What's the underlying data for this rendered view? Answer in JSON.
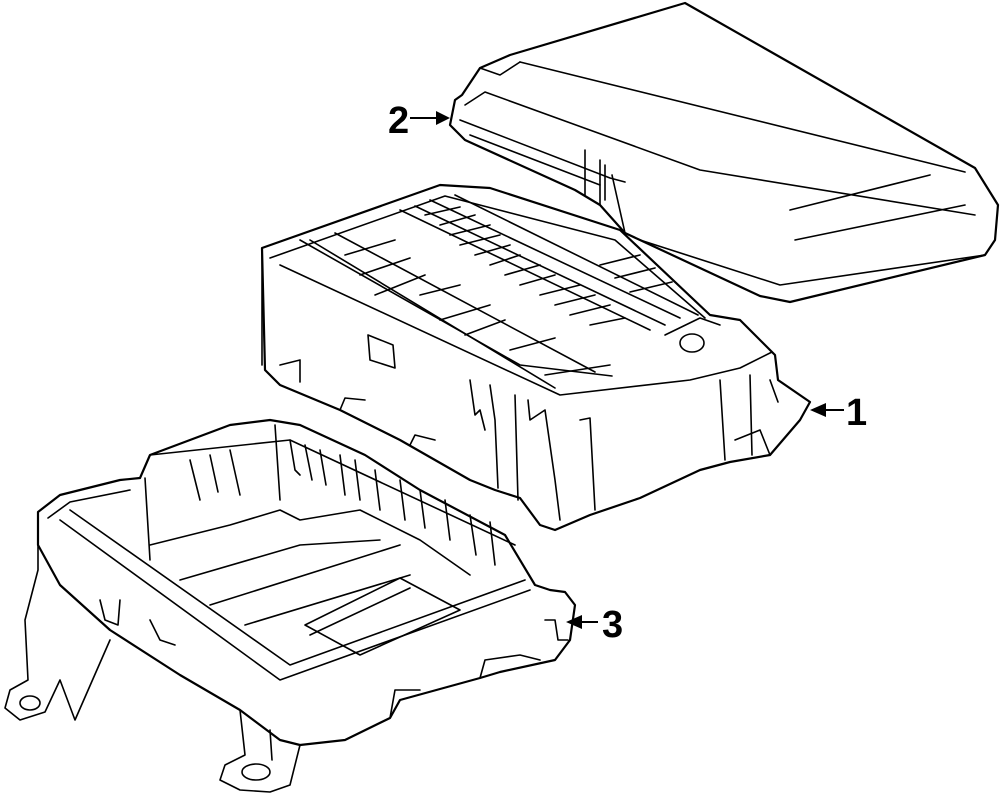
{
  "callouts": [
    {
      "id": "1",
      "label": "1",
      "part": "fuse-box-body"
    },
    {
      "id": "2",
      "label": "2",
      "part": "upper-cover"
    },
    {
      "id": "3",
      "label": "3",
      "part": "lower-tray"
    }
  ],
  "colors": {
    "line": "#000000",
    "background": "#ffffff"
  }
}
